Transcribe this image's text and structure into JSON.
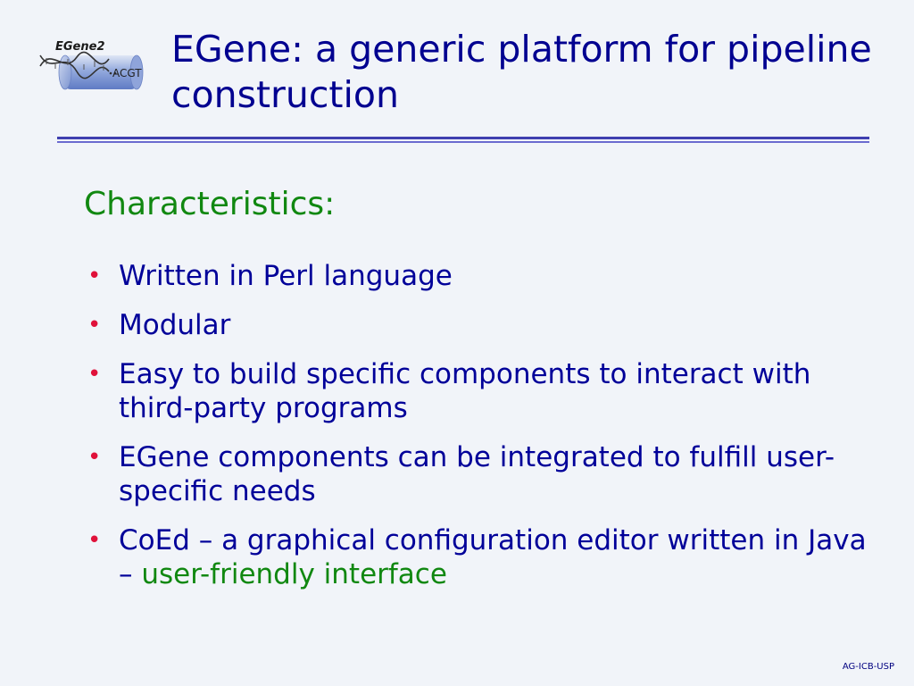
{
  "logo": {
    "name": "EGene2",
    "sequence_text": "ACGT"
  },
  "title": "EGene: a generic platform for pipeline construction",
  "section_heading": "Characteristics:",
  "bullet_symbol": "•",
  "bullets": [
    {
      "text": "Written in Perl language"
    },
    {
      "text": "Modular"
    },
    {
      "text": "Easy to build specific components to interact with third-party programs"
    },
    {
      "text": "EGene components can be integrated to fulfill user-specific needs"
    },
    {
      "text": "CoEd – a graphical configuration editor written in Java – ",
      "accent": "user-friendly interface"
    }
  ],
  "footer": "AG-ICB-USP",
  "colors": {
    "title": "#000090",
    "heading": "#118811",
    "body_text": "#000099",
    "bullet": "#e0113a",
    "accent": "#118811",
    "background": "#f1f4f9",
    "rule": "#3f3fb0"
  },
  "icons": {
    "logo": "egene-dna-tube-logo"
  }
}
